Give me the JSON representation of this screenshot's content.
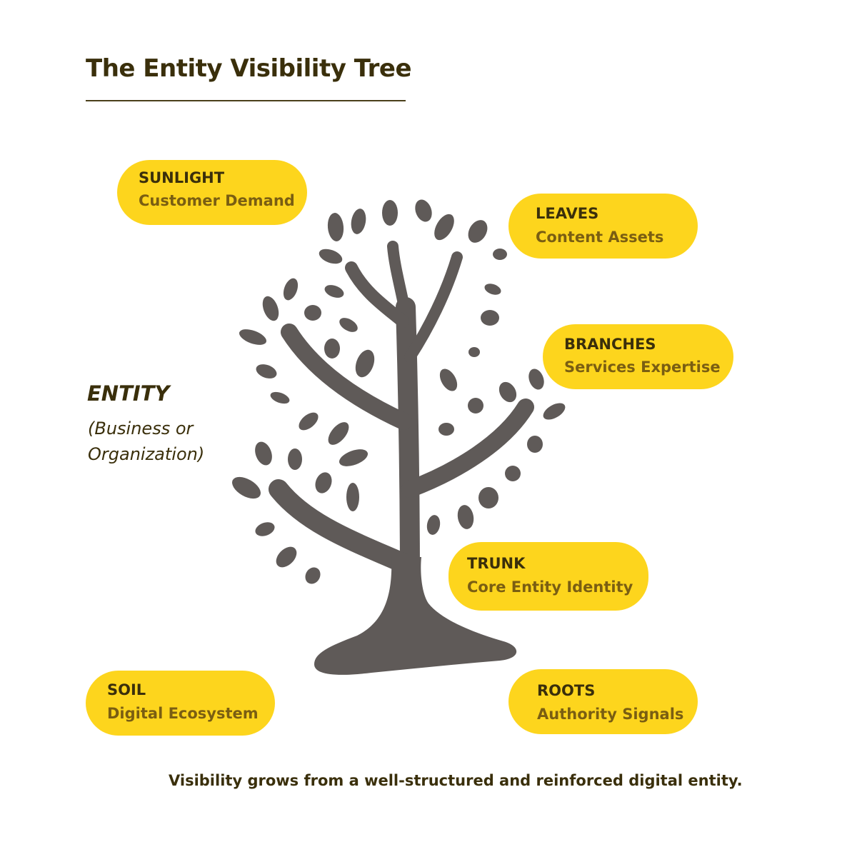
{
  "title": "The Entity Visibility Tree",
  "entity": {
    "label": "ENTITY",
    "sublabel": "(Business or Organization)"
  },
  "layers": {
    "sunlight": {
      "title": "SUNLIGHT",
      "subtitle": "Customer Demand"
    },
    "leaves": {
      "title": "LEAVES",
      "subtitle": "Content Assets"
    },
    "branches": {
      "title": "BRANCHES",
      "subtitle": "Services Expertise"
    },
    "trunk": {
      "title": "TRUNK",
      "subtitle": "Core Entity Identity"
    },
    "soil": {
      "title": "SOIL",
      "subtitle": "Digital Ecosystem"
    },
    "roots": {
      "title": "ROOTS",
      "subtitle": "Authority Signals"
    }
  },
  "footer": "Visibility grows from a well-structured and reinforced digital entity.",
  "colors": {
    "pill": "#fdd51d",
    "tree": "#5f5a58",
    "heading_text": "#3a2f0b",
    "sub_text": "#7a5e12"
  }
}
